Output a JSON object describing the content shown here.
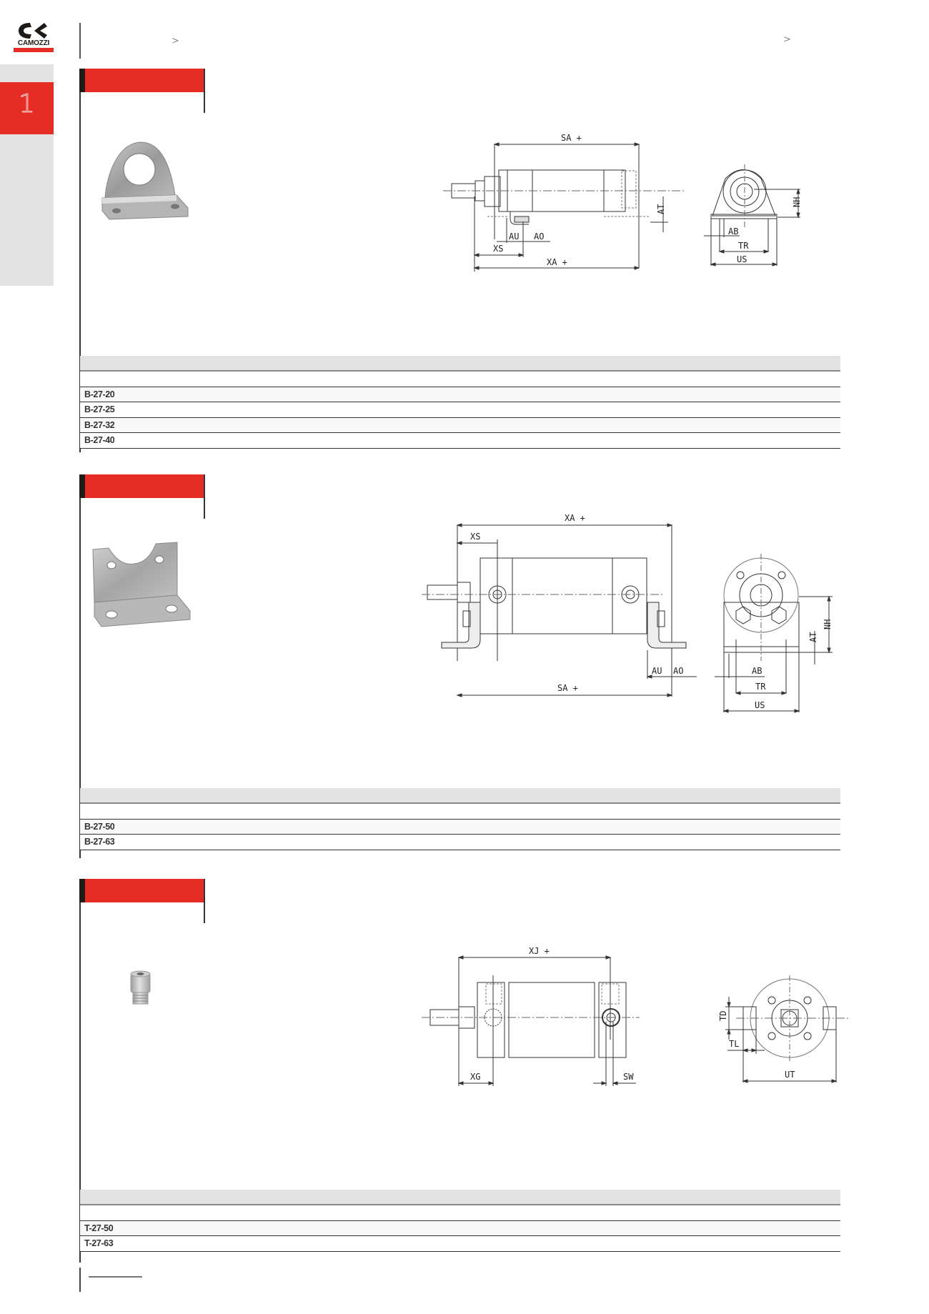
{
  "header": {
    "brand": "CAMOZZI",
    "breadcrumb": [
      {
        "separator": ">"
      },
      {
        "separator": ">"
      }
    ]
  },
  "sidebar": {
    "chapter_number": "1",
    "accent_color": "#e52c25"
  },
  "sections": [
    {
      "title": "",
      "drawing": {
        "side_view_labels": [
          "SA +",
          "AT",
          "AU",
          "AO",
          "XS",
          "XA +"
        ],
        "end_view_labels": [
          "NH",
          "AB",
          "TR",
          "US"
        ]
      },
      "table": {
        "columns": [],
        "rows": [
          {
            "code": "B-27-20"
          },
          {
            "code": "B-27-25"
          },
          {
            "code": "B-27-32"
          },
          {
            "code": "B-27-40"
          }
        ]
      }
    },
    {
      "title": "",
      "drawing": {
        "side_view_labels": [
          "XA +",
          "XS",
          "AU",
          "AO",
          "SA +"
        ],
        "end_view_labels": [
          "AT",
          "NH",
          "AB",
          "TR",
          "US"
        ]
      },
      "table": {
        "columns": [],
        "rows": [
          {
            "code": "B-27-50"
          },
          {
            "code": "B-27-63"
          }
        ]
      }
    },
    {
      "title": "",
      "drawing": {
        "side_view_labels": [
          "XJ +",
          "XG",
          "SW"
        ],
        "end_view_labels": [
          "TD",
          "TL",
          "UT"
        ]
      },
      "table": {
        "columns": [],
        "rows": [
          {
            "code": "T-27-50"
          },
          {
            "code": "T-27-63"
          }
        ]
      }
    }
  ]
}
